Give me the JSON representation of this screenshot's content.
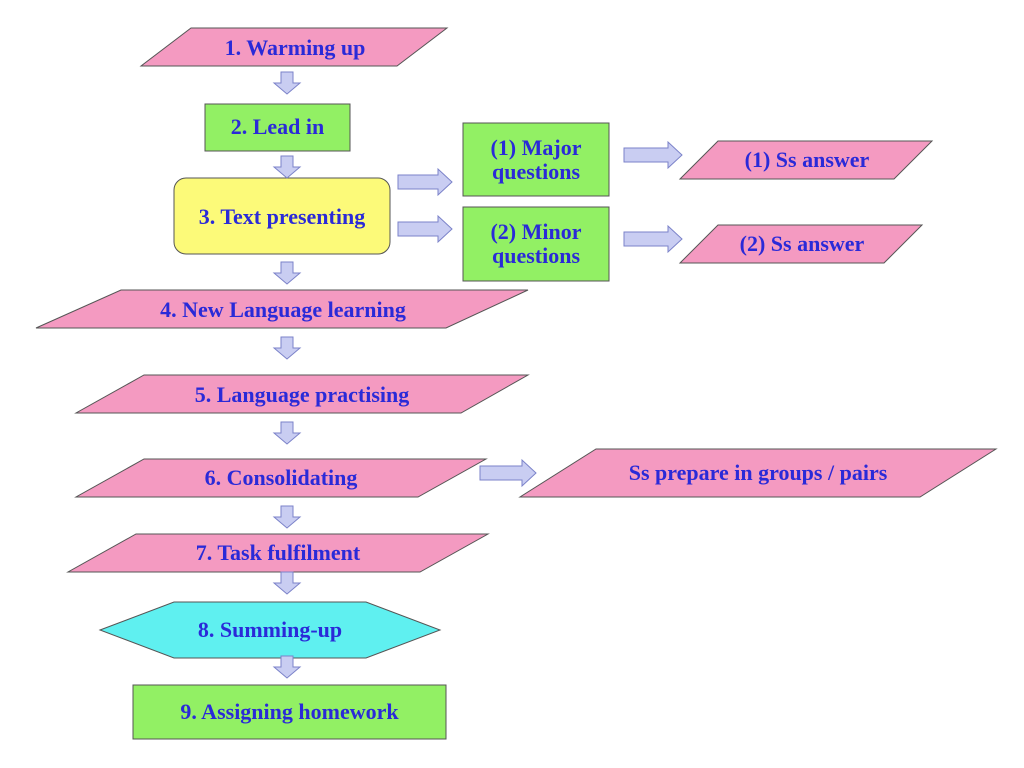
{
  "colors": {
    "pink": "#f49ac1",
    "green": "#92f064",
    "yellow": "#fcfa79",
    "cyan": "#5ff0f0",
    "arrow_fill": "#c9cdf2",
    "arrow_stroke": "#7b82c9",
    "text": "#2a2ad8"
  },
  "steps": {
    "warming_up": "1. Warming up",
    "lead_in": "2. Lead in",
    "text_presenting": "3. Text presenting",
    "new_language": "4. New Language learning",
    "language_practising": "5. Language practising",
    "consolidating": "6. Consolidating",
    "task_fulfilment": "7. Task fulfilment",
    "summing_up": "8. Summing-up",
    "assigning_homework": "9. Assigning homework"
  },
  "branches": {
    "major_questions_1": "(1)  Major",
    "major_questions_2": "questions",
    "minor_questions_1": "(2)  Minor",
    "minor_questions_2": "questions",
    "ss_answer_1": "(1) Ss answer",
    "ss_answer_2": "(2) Ss answer",
    "groups_pairs": "Ss prepare in groups / pairs"
  }
}
